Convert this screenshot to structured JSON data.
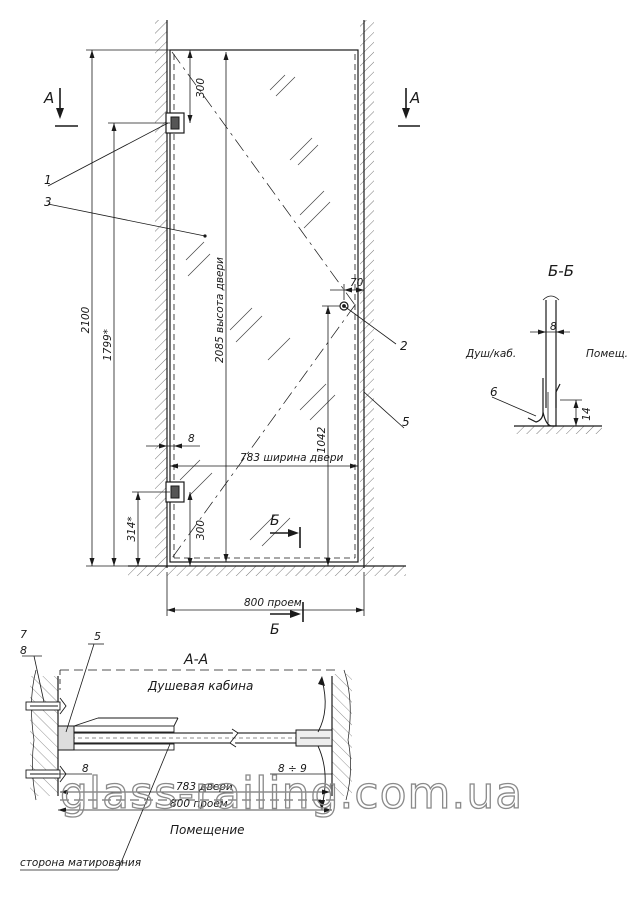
{
  "labels": {
    "section_a": "А",
    "section_b": "Б",
    "callout_1": "1",
    "callout_2": "2",
    "callout_3": "3",
    "callout_5": "5",
    "callout_6": "6",
    "callout_7": "7",
    "callout_8": "8"
  },
  "dimensions": {
    "top_300": "300",
    "bottom_300": "300",
    "h_2100": "2100",
    "h_1799": "1799*",
    "door_height": "2085 высота двери",
    "h_1042": "1042",
    "h_314": "314*",
    "w_70": "70",
    "w_8": "8",
    "door_width": "783 ширина двери",
    "opening": "800 проем"
  },
  "section_bb": {
    "title": "Б-Б",
    "glass_8": "8",
    "left_label": "Душ/каб.",
    "right_label": "Помещ.",
    "h_14": "14"
  },
  "section_aa": {
    "title": "А-А",
    "cabin": "Душевая кабина",
    "dim_8": "8",
    "door": "783 двери",
    "gap": "8 ÷ 9",
    "opening": "800 проем",
    "room": "Помещение",
    "matte_side": "сторона матирования"
  },
  "watermark": "glass-railing.com.ua",
  "colors": {
    "line": "#1a1a1a",
    "hatch": "#555555",
    "watermark": "#8a8a8a"
  }
}
